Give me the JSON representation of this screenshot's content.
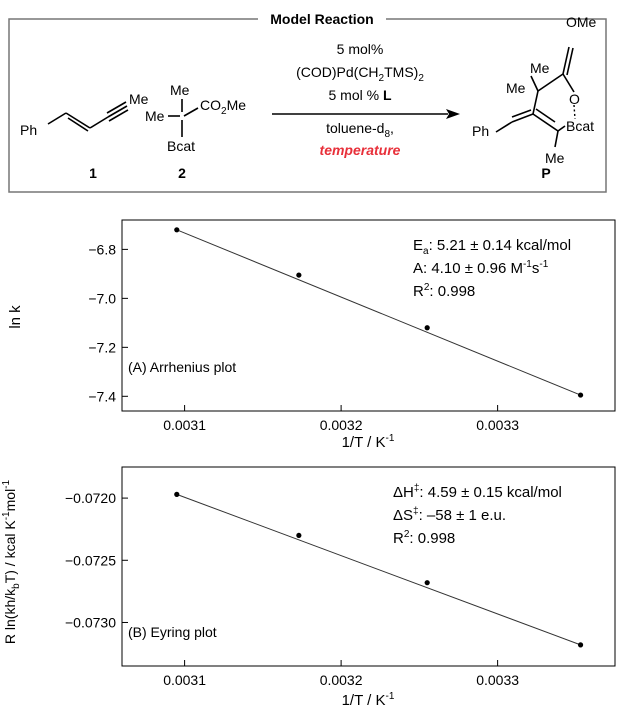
{
  "scheme": {
    "title": "Model Reaction",
    "reactant1": {
      "ph": "Ph",
      "me": "Me",
      "number": "1"
    },
    "reactant2": {
      "me1": "Me",
      "me2": "Me",
      "ester": "CO",
      "ester_sub": "2",
      "ester_end": "Me",
      "boron": "Bcat",
      "number": "2"
    },
    "conditions": {
      "line1": "5 mol%",
      "line2_a": "(COD)Pd(CH",
      "line2_sub1": "2",
      "line2_b": "TMS)",
      "line2_sub2": "2",
      "line3_a": "5 mol % ",
      "line3_b": "L",
      "line4_a": "toluene-d",
      "line4_sub": "8",
      "line4_b": ",",
      "line5": "temperature"
    },
    "product": {
      "ome": "OMe",
      "me1": "Me",
      "me2": "Me",
      "o": "O",
      "bcat": "Bcat",
      "ph": "Ph",
      "me3": "Me",
      "label": "P"
    }
  },
  "chart_data": [
    {
      "type": "scatter",
      "annotation_label": "(A) Arrhenius plot",
      "xlabel": "1/T / K",
      "xlabel_sup": "-1",
      "ylabel": "ln k",
      "xlim": [
        0.00306,
        0.003375
      ],
      "ylim": [
        -7.46,
        -6.68
      ],
      "xticks": [
        0.0031,
        0.0032,
        0.0033
      ],
      "xtick_labels": [
        "0.0031",
        "0.0032",
        "0.0033"
      ],
      "yticks": [
        -6.8,
        -7.0,
        -7.2,
        -7.4
      ],
      "ytick_labels": [
        "−6.8",
        "−7.0",
        "−7.2",
        "−7.4"
      ],
      "x": [
        0.003095,
        0.003173,
        0.003255,
        0.003353
      ],
      "y": [
        -6.72,
        -6.905,
        -7.12,
        -7.395
      ],
      "fit_line": {
        "x": [
          0.003095,
          0.003353
        ],
        "y": [
          -6.72,
          -7.395
        ]
      },
      "stats": [
        {
          "a": "E",
          "sub": "a",
          "b": ": 5.21 ± 0.14 kcal/mol"
        },
        {
          "a": "A: 4.10 ± 0.96 M",
          "sup": "-1",
          "b": "s",
          "sup2": "-1"
        },
        {
          "a": "R",
          "sup": "2",
          "b": ": 0.998"
        }
      ]
    },
    {
      "type": "scatter",
      "annotation_label": "(B) Eyring plot",
      "xlabel": "1/T / K",
      "xlabel_sup": "-1",
      "ylabel_a": "R ln(kh/k",
      "ylabel_sub": "b",
      "ylabel_b": "T) / kcal K",
      "ylabel_sup": "-1",
      "ylabel_c": "mol",
      "ylabel_sup2": "-1",
      "xlim": [
        0.00306,
        0.003375
      ],
      "ylim": [
        -0.07335,
        -0.07175
      ],
      "xticks": [
        0.0031,
        0.0032,
        0.0033
      ],
      "xtick_labels": [
        "0.0031",
        "0.0032",
        "0.0033"
      ],
      "yticks": [
        -0.072,
        -0.0725,
        -0.073
      ],
      "ytick_labels": [
        "−0.0720",
        "−0.0725",
        "−0.0730"
      ],
      "x": [
        0.003095,
        0.003173,
        0.003255,
        0.003353
      ],
      "y": [
        -0.07197,
        -0.0723,
        -0.07268,
        -0.07318
      ],
      "fit_line": {
        "x": [
          0.003095,
          0.003353
        ],
        "y": [
          -0.07197,
          -0.07318
        ]
      },
      "stats": [
        {
          "a": "ΔH",
          "sup": "‡",
          "b": ": 4.59 ± 0.15 kcal/mol"
        },
        {
          "a": "ΔS",
          "sup": "‡",
          "b": ": –58 ± 1 e.u."
        },
        {
          "a": "R",
          "sup": "2",
          "b": ": 0.998"
        }
      ]
    }
  ]
}
